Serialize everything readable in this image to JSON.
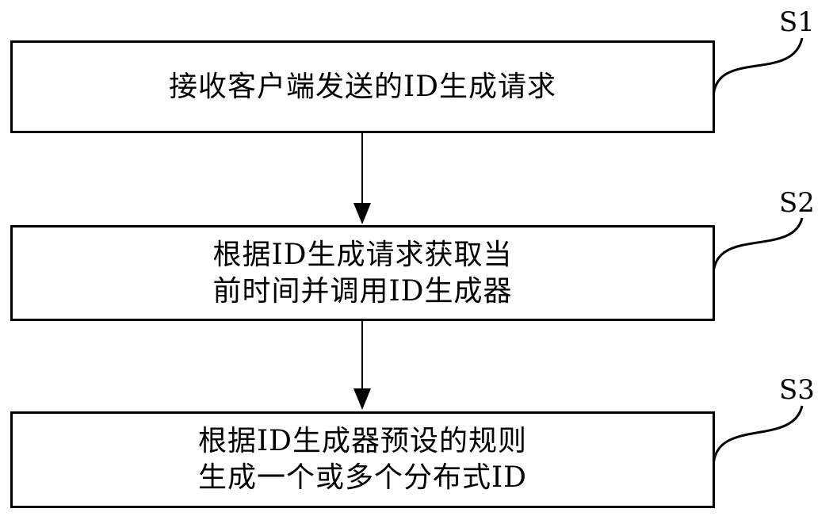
{
  "flowchart": {
    "steps": [
      {
        "label": "S1",
        "lines": [
          "接收客户端发送的ID生成请求"
        ]
      },
      {
        "label": "S2",
        "lines": [
          "根据ID生成请求获取当",
          "前时间并调用ID生成器"
        ]
      },
      {
        "label": "S3",
        "lines": [
          "根据ID生成器预设的规则",
          "生成一个或多个分布式ID"
        ]
      }
    ]
  }
}
